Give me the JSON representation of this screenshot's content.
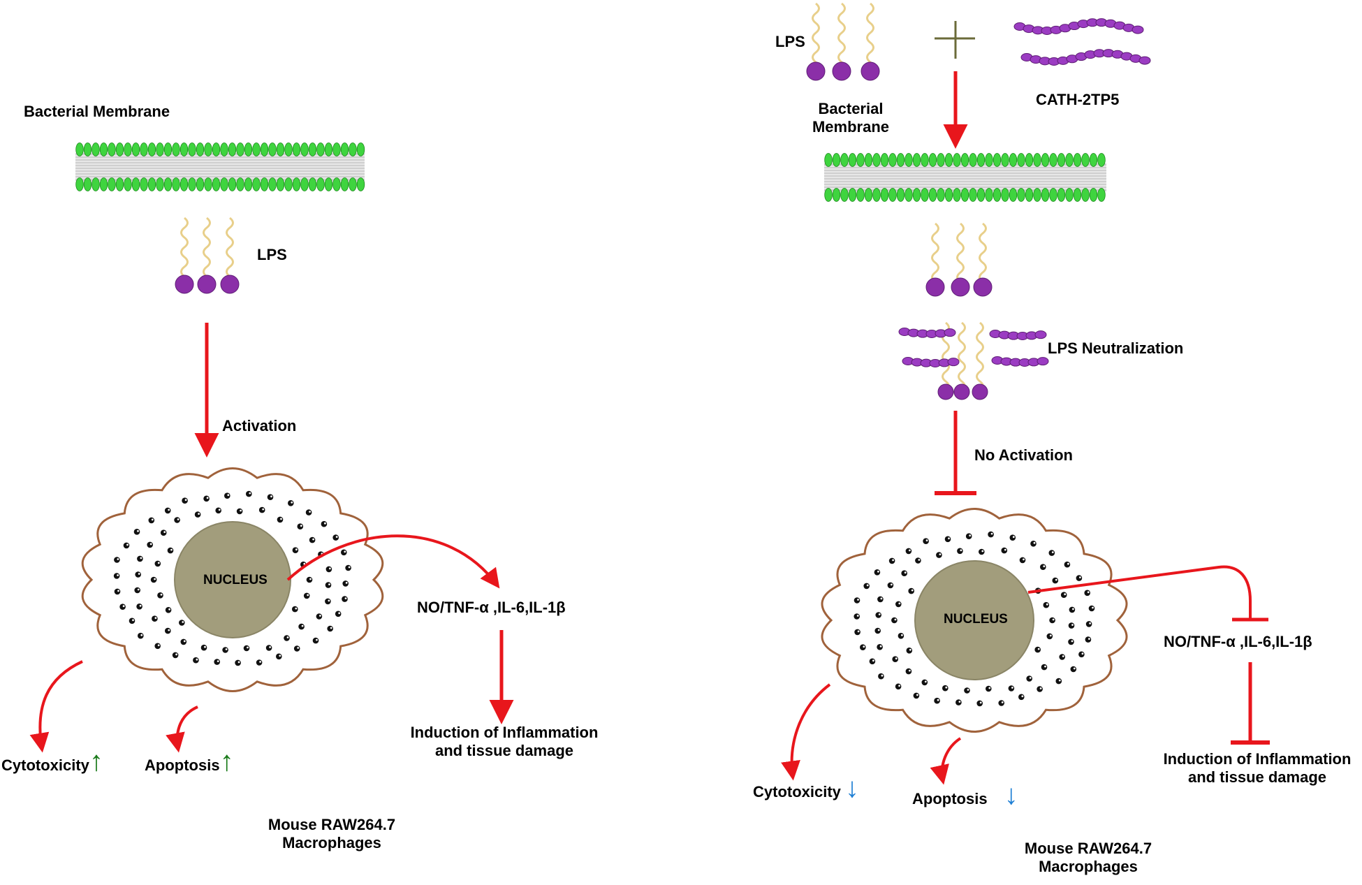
{
  "colors": {
    "arrow": "#e8161c",
    "membrane_head": "#3fd43f",
    "membrane_core": "#cfcfcf",
    "lps_tail": "#e8cf8a",
    "lps_head": "#8b2fa8",
    "peptide": "#9b3cc2",
    "cell_outline": "#a0623b",
    "nucleus": "#a29d7c",
    "up_arrow": "#1a7a1a",
    "down_arrow": "#1f7fd4",
    "plus_sign": "#6b6b3a"
  },
  "left_panel": {
    "membrane_label": "Bacterial Membrane",
    "lps_label": "LPS",
    "activation_label": "Activation",
    "nucleus_label": "NUCLEUS",
    "cytokines_label": "NO/TNF-α ,IL-6,IL-1β",
    "inflammation_line1": "Induction of Inflammation",
    "inflammation_line2": "and tissue damage",
    "cytotoxicity_label": "Cytotoxicity",
    "cytotoxicity_arrow": "↑",
    "apoptosis_label": "Apoptosis",
    "apoptosis_arrow": "↑",
    "cell_line1": "Mouse RAW264.7",
    "cell_line2": "Macrophages"
  },
  "right_panel": {
    "lps_label": "LPS",
    "peptide_label": "CATH-2TP5",
    "membrane_line1": "Bacterial",
    "membrane_line2": "Membrane",
    "neutralization_label": "LPS Neutralization",
    "no_activation_label": "No Activation",
    "nucleus_label": "NUCLEUS",
    "cytokines_label": "NO/TNF-α ,IL-6,IL-1β",
    "inflammation_line1": "Induction of Inflammation",
    "inflammation_line2": "and tissue damage",
    "cytotoxicity_label": "Cytotoxicity",
    "cytotoxicity_arrow": "↓",
    "apoptosis_label": "Apoptosis",
    "apoptosis_arrow": "↓",
    "cell_line1": "Mouse RAW264.7",
    "cell_line2": "Macrophages"
  }
}
